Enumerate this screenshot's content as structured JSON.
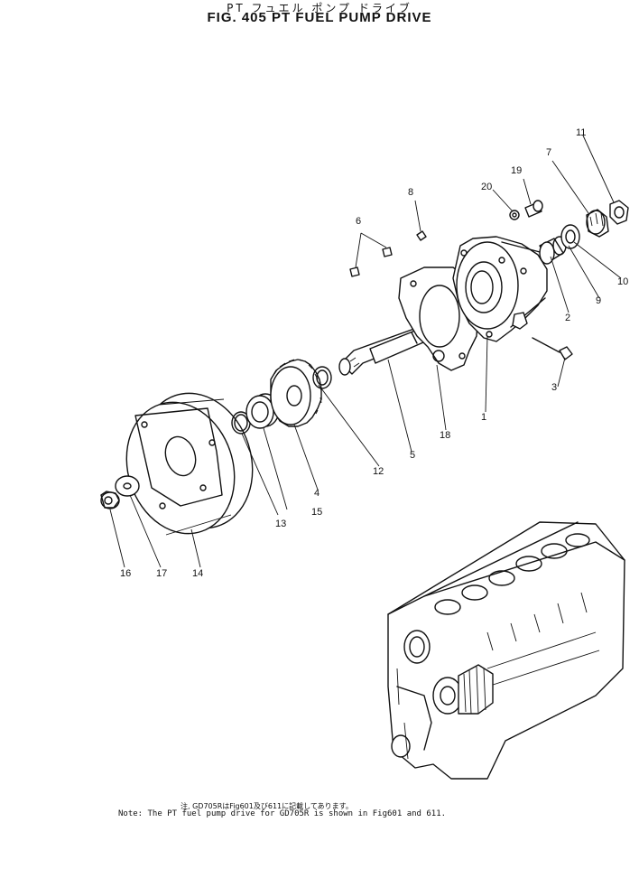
{
  "header": {
    "jp_title": "PT フュエル ポンプ ドライブ",
    "title": "FIG. 405  PT FUEL PUMP DRIVE"
  },
  "labels": {
    "p1": "1",
    "p2": "2",
    "p3": "3",
    "p4": "4",
    "p5": "5",
    "p6": "6",
    "p7": "7",
    "p8": "8",
    "p9": "9",
    "p10": "10",
    "p11": "11",
    "p12": "12",
    "p13": "13",
    "p14": "14",
    "p15": "15",
    "p16": "16",
    "p17": "17",
    "p18": "18",
    "p19": "19",
    "p20": "20"
  },
  "notes": {
    "jp": "注, GD705RはFig601及び611に記載してあります。",
    "en": "Note: The PT fuel pump drive for GD705R is shown in Fig601 and 611."
  }
}
